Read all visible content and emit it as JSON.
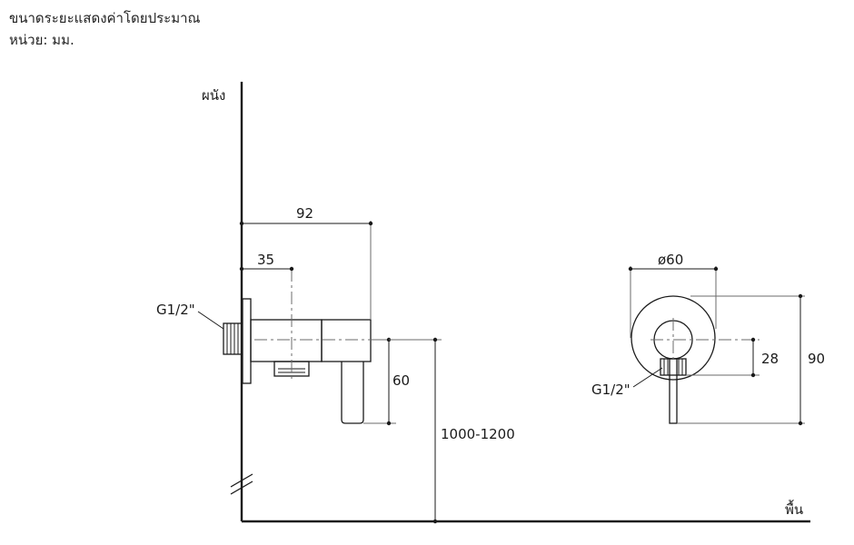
{
  "header": {
    "line1": "ขนาดระยะแสดงค่าโดยประมาณ",
    "line2": "หน่วย: มม."
  },
  "labels": {
    "wall": "ผนัง",
    "floor": "พื้น",
    "thread_side": "G1/2\"",
    "thread_front": "G1/2\""
  },
  "dimensions": {
    "length_total": "92",
    "center_offset": "35",
    "handle_drop": "60",
    "install_height": "1000-1200",
    "plate_diameter": "ø60",
    "thread_height": "28",
    "overall_height": "90"
  }
}
